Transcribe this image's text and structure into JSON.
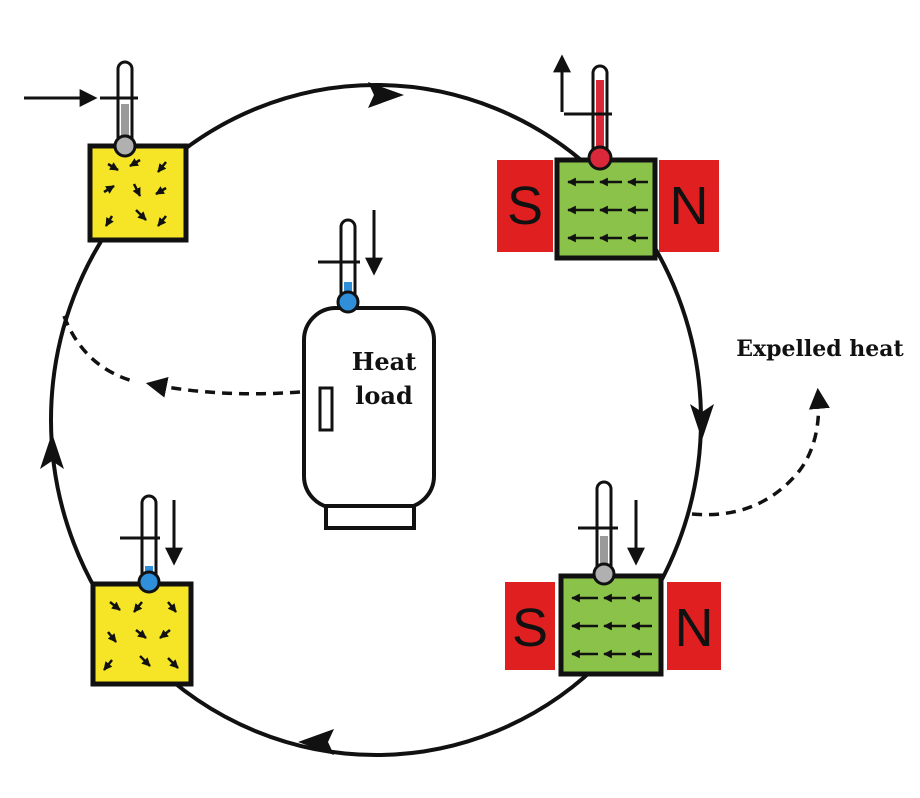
{
  "labels": {
    "heat_load_line1": "Heat",
    "heat_load_line2": "load",
    "expelled_heat": "Expelled heat"
  },
  "magnets": {
    "south": "S",
    "north": "N"
  },
  "colors": {
    "material_disordered": "#f5e526",
    "material_ordered": "#8bc34a",
    "magnet": "#e02020",
    "bulb_hot": "#d8283a",
    "bulb_cold": "#2f8fd8",
    "bulb_neutral": "#b0b0b0"
  },
  "icons": [
    "thermometer-icon",
    "magnetic-dipole-arrow-icon",
    "refrigerator-icon",
    "cycle-arrow-icon",
    "heat-flow-arrow-icon"
  ]
}
